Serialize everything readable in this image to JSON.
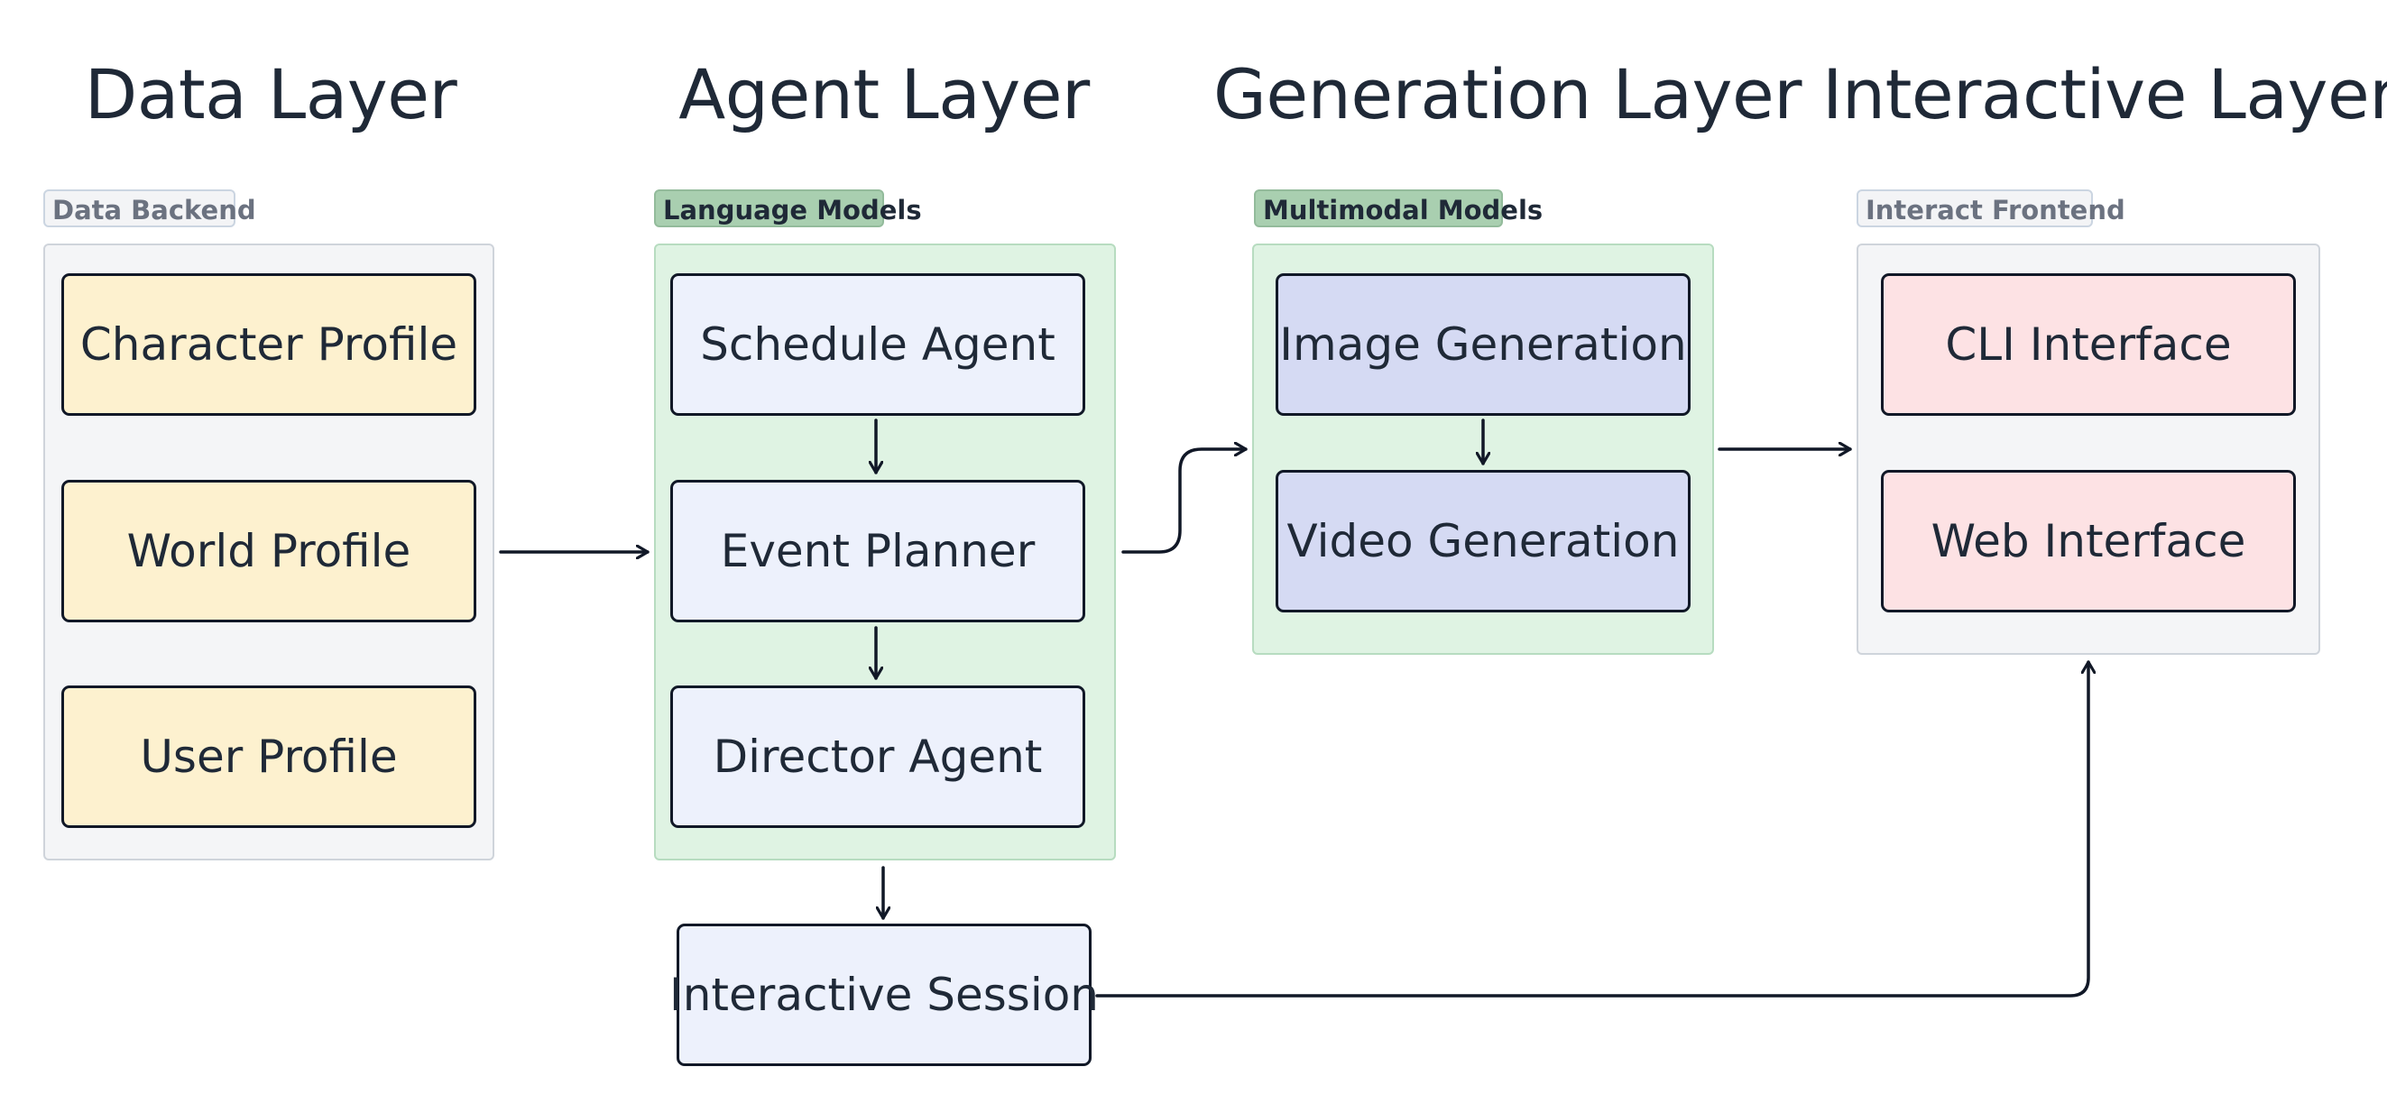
{
  "layers": {
    "data": "Data Layer",
    "agent": "Agent Layer",
    "generation": "Generation Layer",
    "interactive": "Interactive Layer"
  },
  "groups": {
    "data_backend": "Data Backend",
    "language_models": "Language Models",
    "multimodal_models": "Multimodal Models",
    "interact_frontend": "Interact Frontend"
  },
  "nodes": {
    "character_profile": "Character Profile",
    "world_profile": "World Profile",
    "user_profile": "User Profile",
    "schedule_agent": "Schedule Agent",
    "event_planner": "Event Planner",
    "director_agent": "Director Agent",
    "interactive_session": "Interactive Session",
    "image_generation": "Image Generation",
    "video_generation": "Video Generation",
    "cli_interface": "CLI Interface",
    "web_interface": "Web Interface"
  },
  "colors": {
    "profile_fill": "#fdf1cf",
    "agent_fill": "#edf1fc",
    "generation_fill": "#d5daf3",
    "interface_fill": "#fde2e4",
    "group_green": "#dff3e3",
    "group_gray": "#f4f5f7",
    "edge": "#111827"
  }
}
